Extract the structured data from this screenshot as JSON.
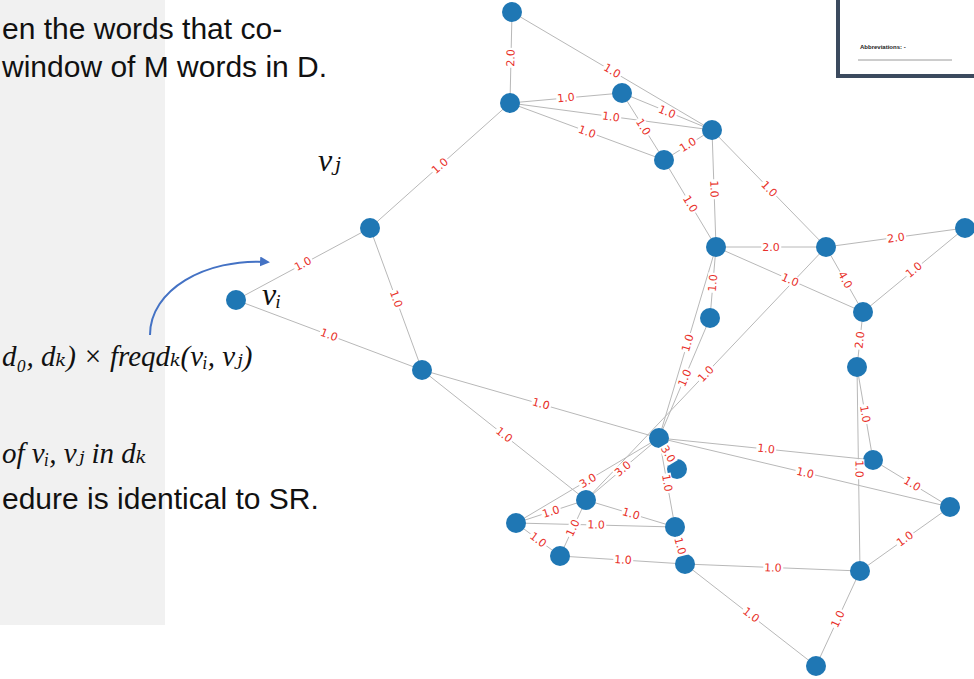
{
  "diagram": {
    "labels": [
      "en the words that co-",
      "window of M words in D.",
      "vⱼ",
      "vᵢ",
      "d₀, dₖ) × freqdₖ(vᵢ, vⱼ)",
      "of vᵢ, vⱼ in dₖ",
      "edure is identical to SR.",
      "2.0",
      "1.0",
      "1.0",
      "1.0",
      "1.0",
      "1.0",
      "1.0",
      "1.0",
      "1.0",
      "1.0",
      "1.0",
      "2.0",
      "2.0",
      "4.0",
      "1.0",
      "1.0",
      "1.0",
      "1.0",
      "1.0",
      "1.0",
      "1.0",
      "1.0",
      "1.0",
      "1.0",
      "1.0",
      "1.0",
      "2.0",
      "1.0",
      "1.0",
      "1.0",
      "1.0",
      "3.0",
      "3.0",
      "3.0",
      "1.0",
      "1.0",
      "1.0",
      "1.0",
      "1.0",
      "1.0",
      "1.0",
      "1.0",
      "1.0",
      "1.0",
      "1.0",
      "1.0",
      "1.0",
      "Abbreviations: -"
    ]
  }
}
